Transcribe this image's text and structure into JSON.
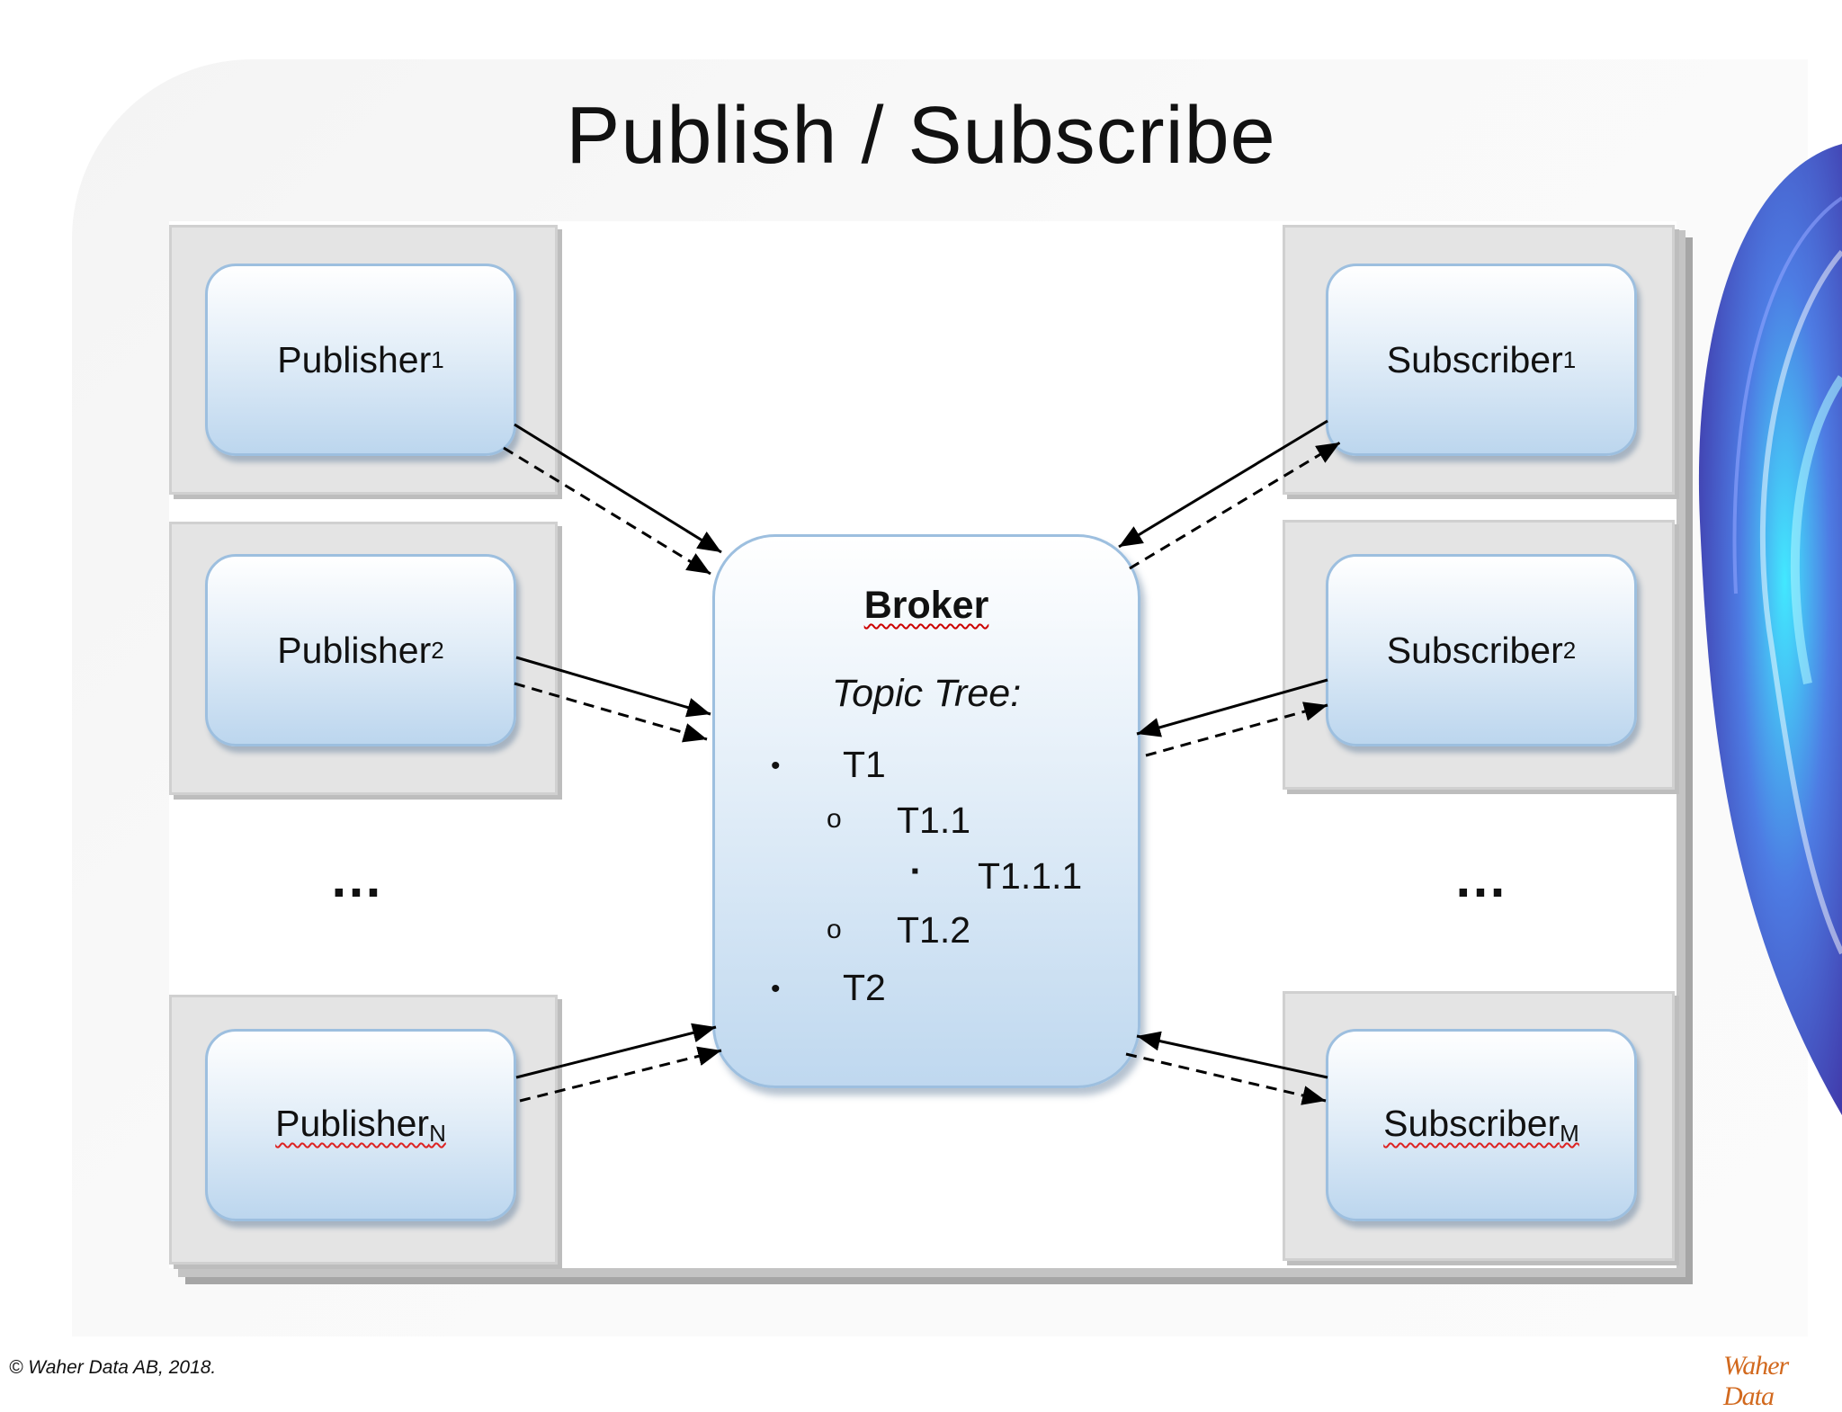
{
  "slide": {
    "title": "Publish / Subscribe",
    "copyright": "© Waher Data AB, 2018.",
    "logo_text": "Waher Data"
  },
  "publishers": [
    {
      "name": "Publisher",
      "sub": "1"
    },
    {
      "name": "Publisher",
      "sub": "2"
    },
    {
      "name": "Publisher",
      "sub": "N"
    }
  ],
  "subscribers": [
    {
      "name": "Subscriber",
      "sub": "1"
    },
    {
      "name": "Subscriber",
      "sub": "2"
    },
    {
      "name": "Subscriber",
      "sub": "M"
    }
  ],
  "ellipsis": "…",
  "broker": {
    "title": "Broker",
    "topic_tree_label": "Topic Tree:",
    "topics": [
      {
        "bullet": "•",
        "label": "T1"
      },
      {
        "bullet": "o",
        "label": "T1.1"
      },
      {
        "bullet": "▪",
        "label": "T1.1.1"
      },
      {
        "bullet": "o",
        "label": "T1.2"
      },
      {
        "bullet": "•",
        "label": "T2"
      }
    ]
  },
  "colors": {
    "node_border": "#9dbfdf",
    "node_fill_bottom": "#bcd6ee",
    "frame_gray": "#e4e4e4",
    "arrow": "#000000",
    "logo": "#d2691e"
  }
}
